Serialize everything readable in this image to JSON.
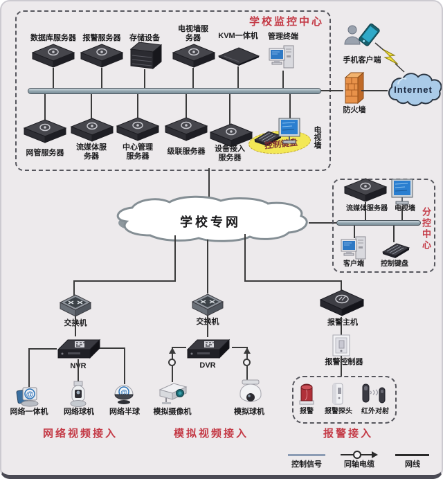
{
  "colors": {
    "accent_red": "#c43a46",
    "background": "#edeaec",
    "bus_bar": "#90a3ad",
    "wire": "#3a3a3a",
    "highlight_yellow": "#f4e84e",
    "firewall_orange": "#e8924a",
    "internet_blue": "#aacbe8"
  },
  "monitor_center": {
    "title": "学校监控中心",
    "top_row": [
      "数据库服务器",
      "报警服务器",
      "存储设备",
      "电视墙服务器",
      "KVM一体机",
      "管理终端"
    ],
    "bottom_row": [
      "网管服务器",
      "流媒体服务器",
      "中心管理服务器",
      "级联服务器",
      "设备接入服务器"
    ],
    "keyboard": "控制键盘",
    "tv_wall": "电视墙"
  },
  "wan": {
    "mobile_client": "手机客户端",
    "firewall": "防火墙",
    "internet": "Internet"
  },
  "cloud": {
    "label": "学校专网"
  },
  "sub_center": {
    "title": "分控中心",
    "media_server": "流媒体服务器",
    "tv_wall": "电视墙",
    "client": "客户端",
    "keyboard": "控制键盘"
  },
  "net_video": {
    "switch": "交换机",
    "nvr": "NVR",
    "cam1": "网络一体机",
    "cam2": "网络球机",
    "cam3": "网络半球",
    "caption": "网络视频接入"
  },
  "analog_video": {
    "switch": "交换机",
    "dvr": "DVR",
    "cam1": "模拟摄像机",
    "cam2": "模拟球机",
    "caption": "模拟视频接入"
  },
  "alarm": {
    "host": "报警主机",
    "controller": "报警控制器",
    "siren": "报警",
    "probe": "报警探头",
    "ir": "红外对射",
    "caption": "报警接入"
  },
  "legend": {
    "control": "控制信号",
    "coax": "同轴电缆",
    "ethernet": "网线"
  }
}
